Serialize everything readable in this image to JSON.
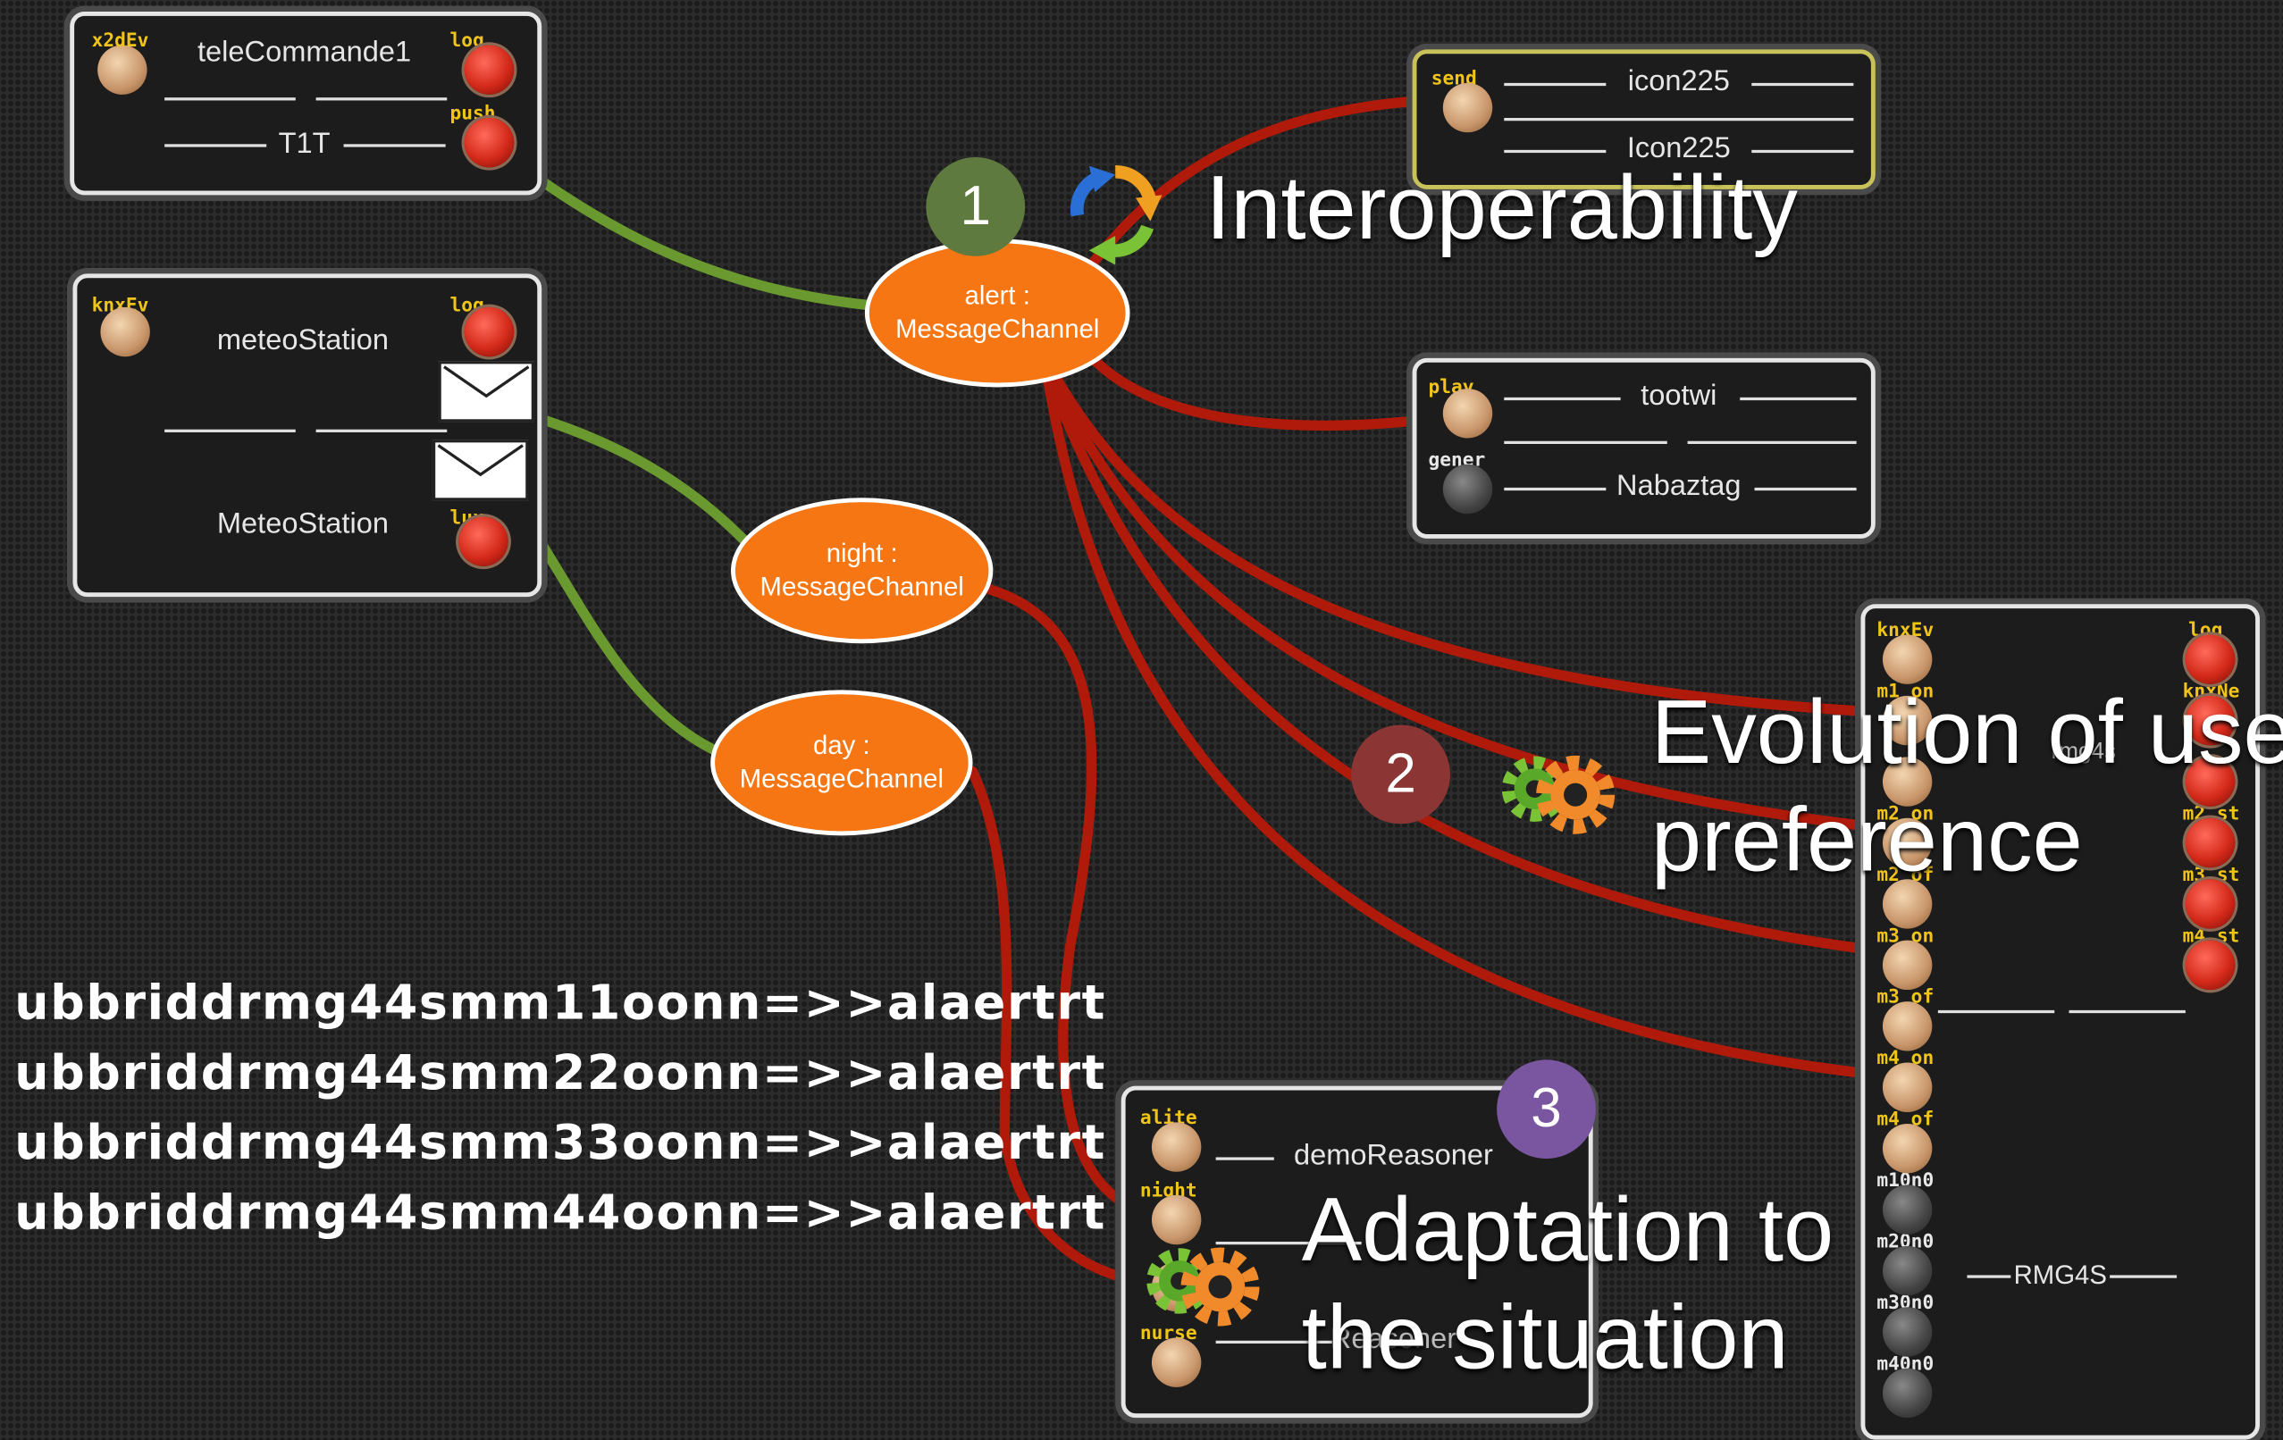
{
  "components": {
    "telecommande": {
      "port_in": "x2dEv",
      "title": "teleCommande1",
      "port_log": "log",
      "port_push": "push",
      "type": "T1T"
    },
    "meteo": {
      "port_in": "knxEv",
      "title": "meteoStation",
      "port_log": "log",
      "port_lux": "lux",
      "type": "MeteoStation"
    },
    "icon": {
      "port_send": "send",
      "title": "icon225",
      "type": "Icon225"
    },
    "tootwi": {
      "port_play": "play",
      "port_gener": "gener",
      "title": "tootwi",
      "type": "Nabaztag"
    },
    "rmg": {
      "left_ports": [
        "knxEv",
        "m1_on",
        "m2_on",
        "m2_of",
        "m3_on",
        "m3_of",
        "m4_on",
        "m4_of",
        "m10n0",
        "m20n0",
        "m30n0",
        "m40n0"
      ],
      "right_ports": [
        "log",
        "knxNe",
        "m2_st",
        "m3_st",
        "m4_st"
      ],
      "title_partial": "rmg4s",
      "type": "RMG4S"
    },
    "reasoner": {
      "port_alite": "alite",
      "port_night": "night",
      "port_nurse": "nurse",
      "title": "demoReasoner",
      "type_partial": "Reasoner"
    }
  },
  "channels": {
    "alert": {
      "line1": "alert :",
      "line2": "MessageChannel"
    },
    "night": {
      "line1": "night :",
      "line2": "MessageChannel"
    },
    "day": {
      "line1": "day :",
      "line2": "MessageChannel"
    }
  },
  "badges": {
    "one": "1",
    "two": "2",
    "three": "3"
  },
  "annotations": {
    "interop": "Interoperability",
    "evolution_l1": "Evolution of user",
    "evolution_l2": "preference",
    "adaptation_l1": "Adaptation to",
    "adaptation_l2": "the situation"
  },
  "rules": [
    "ubbriddrmg44smm11oonn=>>alaertrt",
    "ubbriddrmg44smm22oonn=>>alaertrt",
    "ubbriddrmg44smm33oonn=>>alaertrt",
    "ubbriddrmg44smm44oonn=>>alaertrt"
  ],
  "colors": {
    "channel": "#f57613",
    "wire_green": "#6a9a2f",
    "wire_red": "#b01a0a",
    "port_label": "#f0c419",
    "badge1": "#5f7a3e",
    "badge2": "#8c3535",
    "badge3": "#7a55a0"
  }
}
